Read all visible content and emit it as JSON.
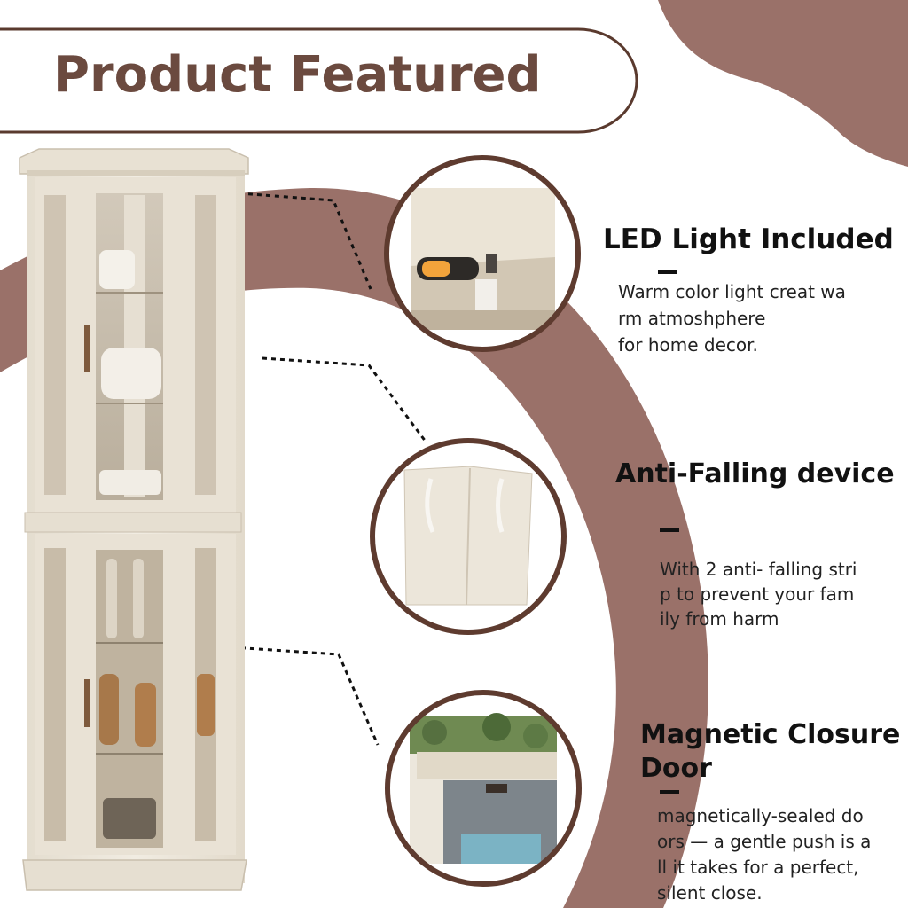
{
  "header": {
    "title": "Product Featured"
  },
  "features": [
    {
      "title": "LED Light  Included",
      "lines": [
        "Warm color light creat  wa",
        "rm atmoshphere",
        "for home decor."
      ],
      "icon": "led-light-photo-icon"
    },
    {
      "title": "Anti-Falling device",
      "lines": [
        "With 2 anti- falling stri",
        "p to prevent  your fam",
        "ily from harm"
      ],
      "icon": "anti-falling-strip-photo-icon"
    },
    {
      "title_lines": [
        "Magnetic Closure",
        "Door"
      ],
      "lines": [
        "magnetically-sealed do",
        "ors — a gentle push is a",
        "ll it takes for a perfect,",
        "silent close."
      ],
      "icon": "magnetic-door-photo-icon"
    }
  ],
  "colors": {
    "brand": "#9a7169",
    "ring": "#5e3b2f",
    "title_text": "#6b4a3f",
    "cabinet": "#efe9de"
  }
}
